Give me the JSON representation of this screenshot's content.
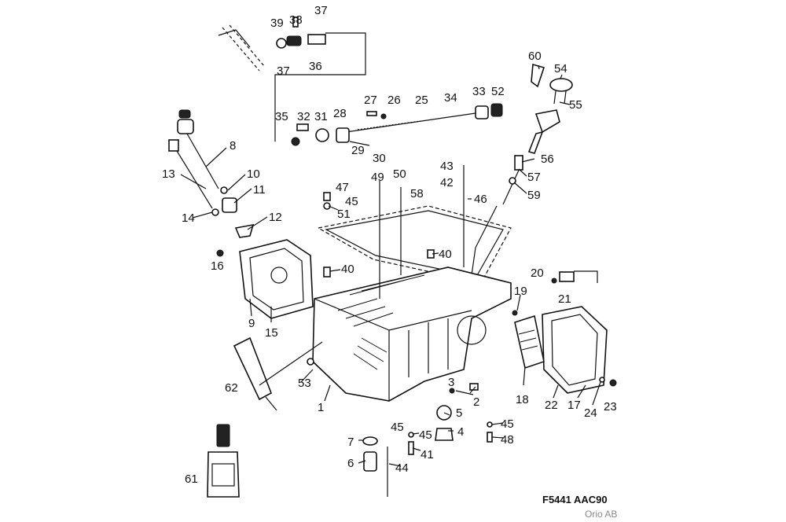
{
  "figure_code": "F5441 AAC90",
  "credit": "Orio AB",
  "labels": [
    {
      "id": "l1",
      "text": "1"
    },
    {
      "id": "l2",
      "text": "2"
    },
    {
      "id": "l3",
      "text": "3"
    },
    {
      "id": "l4",
      "text": "4"
    },
    {
      "id": "l5",
      "text": "5"
    },
    {
      "id": "l6",
      "text": "6"
    },
    {
      "id": "l7",
      "text": "7"
    },
    {
      "id": "l8",
      "text": "8"
    },
    {
      "id": "l9",
      "text": "9"
    },
    {
      "id": "l10",
      "text": "10"
    },
    {
      "id": "l11",
      "text": "11"
    },
    {
      "id": "l12",
      "text": "12"
    },
    {
      "id": "l13",
      "text": "13"
    },
    {
      "id": "l14",
      "text": "14"
    },
    {
      "id": "l15",
      "text": "15"
    },
    {
      "id": "l16",
      "text": "16"
    },
    {
      "id": "l17",
      "text": "17"
    },
    {
      "id": "l18",
      "text": "18"
    },
    {
      "id": "l19",
      "text": "19"
    },
    {
      "id": "l20",
      "text": "20"
    },
    {
      "id": "l21",
      "text": "21"
    },
    {
      "id": "l22",
      "text": "22"
    },
    {
      "id": "l23",
      "text": "23"
    },
    {
      "id": "l24",
      "text": "24"
    },
    {
      "id": "l25",
      "text": "25"
    },
    {
      "id": "l26",
      "text": "26"
    },
    {
      "id": "l27",
      "text": "27"
    },
    {
      "id": "l28",
      "text": "28"
    },
    {
      "id": "l29",
      "text": "29"
    },
    {
      "id": "l30",
      "text": "30"
    },
    {
      "id": "l31",
      "text": "31"
    },
    {
      "id": "l32",
      "text": "32"
    },
    {
      "id": "l33",
      "text": "33"
    },
    {
      "id": "l34",
      "text": "34"
    },
    {
      "id": "l35",
      "text": "35"
    },
    {
      "id": "l36",
      "text": "36"
    },
    {
      "id": "l37a",
      "text": "37"
    },
    {
      "id": "l37b",
      "text": "37"
    },
    {
      "id": "l38",
      "text": "38"
    },
    {
      "id": "l39",
      "text": "39"
    },
    {
      "id": "l40a",
      "text": "40"
    },
    {
      "id": "l40b",
      "text": "40"
    },
    {
      "id": "l41",
      "text": "41"
    },
    {
      "id": "l42",
      "text": "42"
    },
    {
      "id": "l43",
      "text": "43"
    },
    {
      "id": "l44",
      "text": "44"
    },
    {
      "id": "l45a",
      "text": "45"
    },
    {
      "id": "l45b",
      "text": "45"
    },
    {
      "id": "l45c",
      "text": "45"
    },
    {
      "id": "l45d",
      "text": "45"
    },
    {
      "id": "l46",
      "text": "46"
    },
    {
      "id": "l47",
      "text": "47"
    },
    {
      "id": "l48",
      "text": "48"
    },
    {
      "id": "l49",
      "text": "49"
    },
    {
      "id": "l50",
      "text": "50"
    },
    {
      "id": "l51",
      "text": "51"
    },
    {
      "id": "l52",
      "text": "52"
    },
    {
      "id": "l53",
      "text": "53"
    },
    {
      "id": "l54",
      "text": "54"
    },
    {
      "id": "l55",
      "text": "55"
    },
    {
      "id": "l56",
      "text": "56"
    },
    {
      "id": "l57",
      "text": "57"
    },
    {
      "id": "l58",
      "text": "58"
    },
    {
      "id": "l59",
      "text": "59"
    },
    {
      "id": "l60",
      "text": "60"
    },
    {
      "id": "l61",
      "text": "61"
    },
    {
      "id": "l62",
      "text": "62"
    }
  ]
}
